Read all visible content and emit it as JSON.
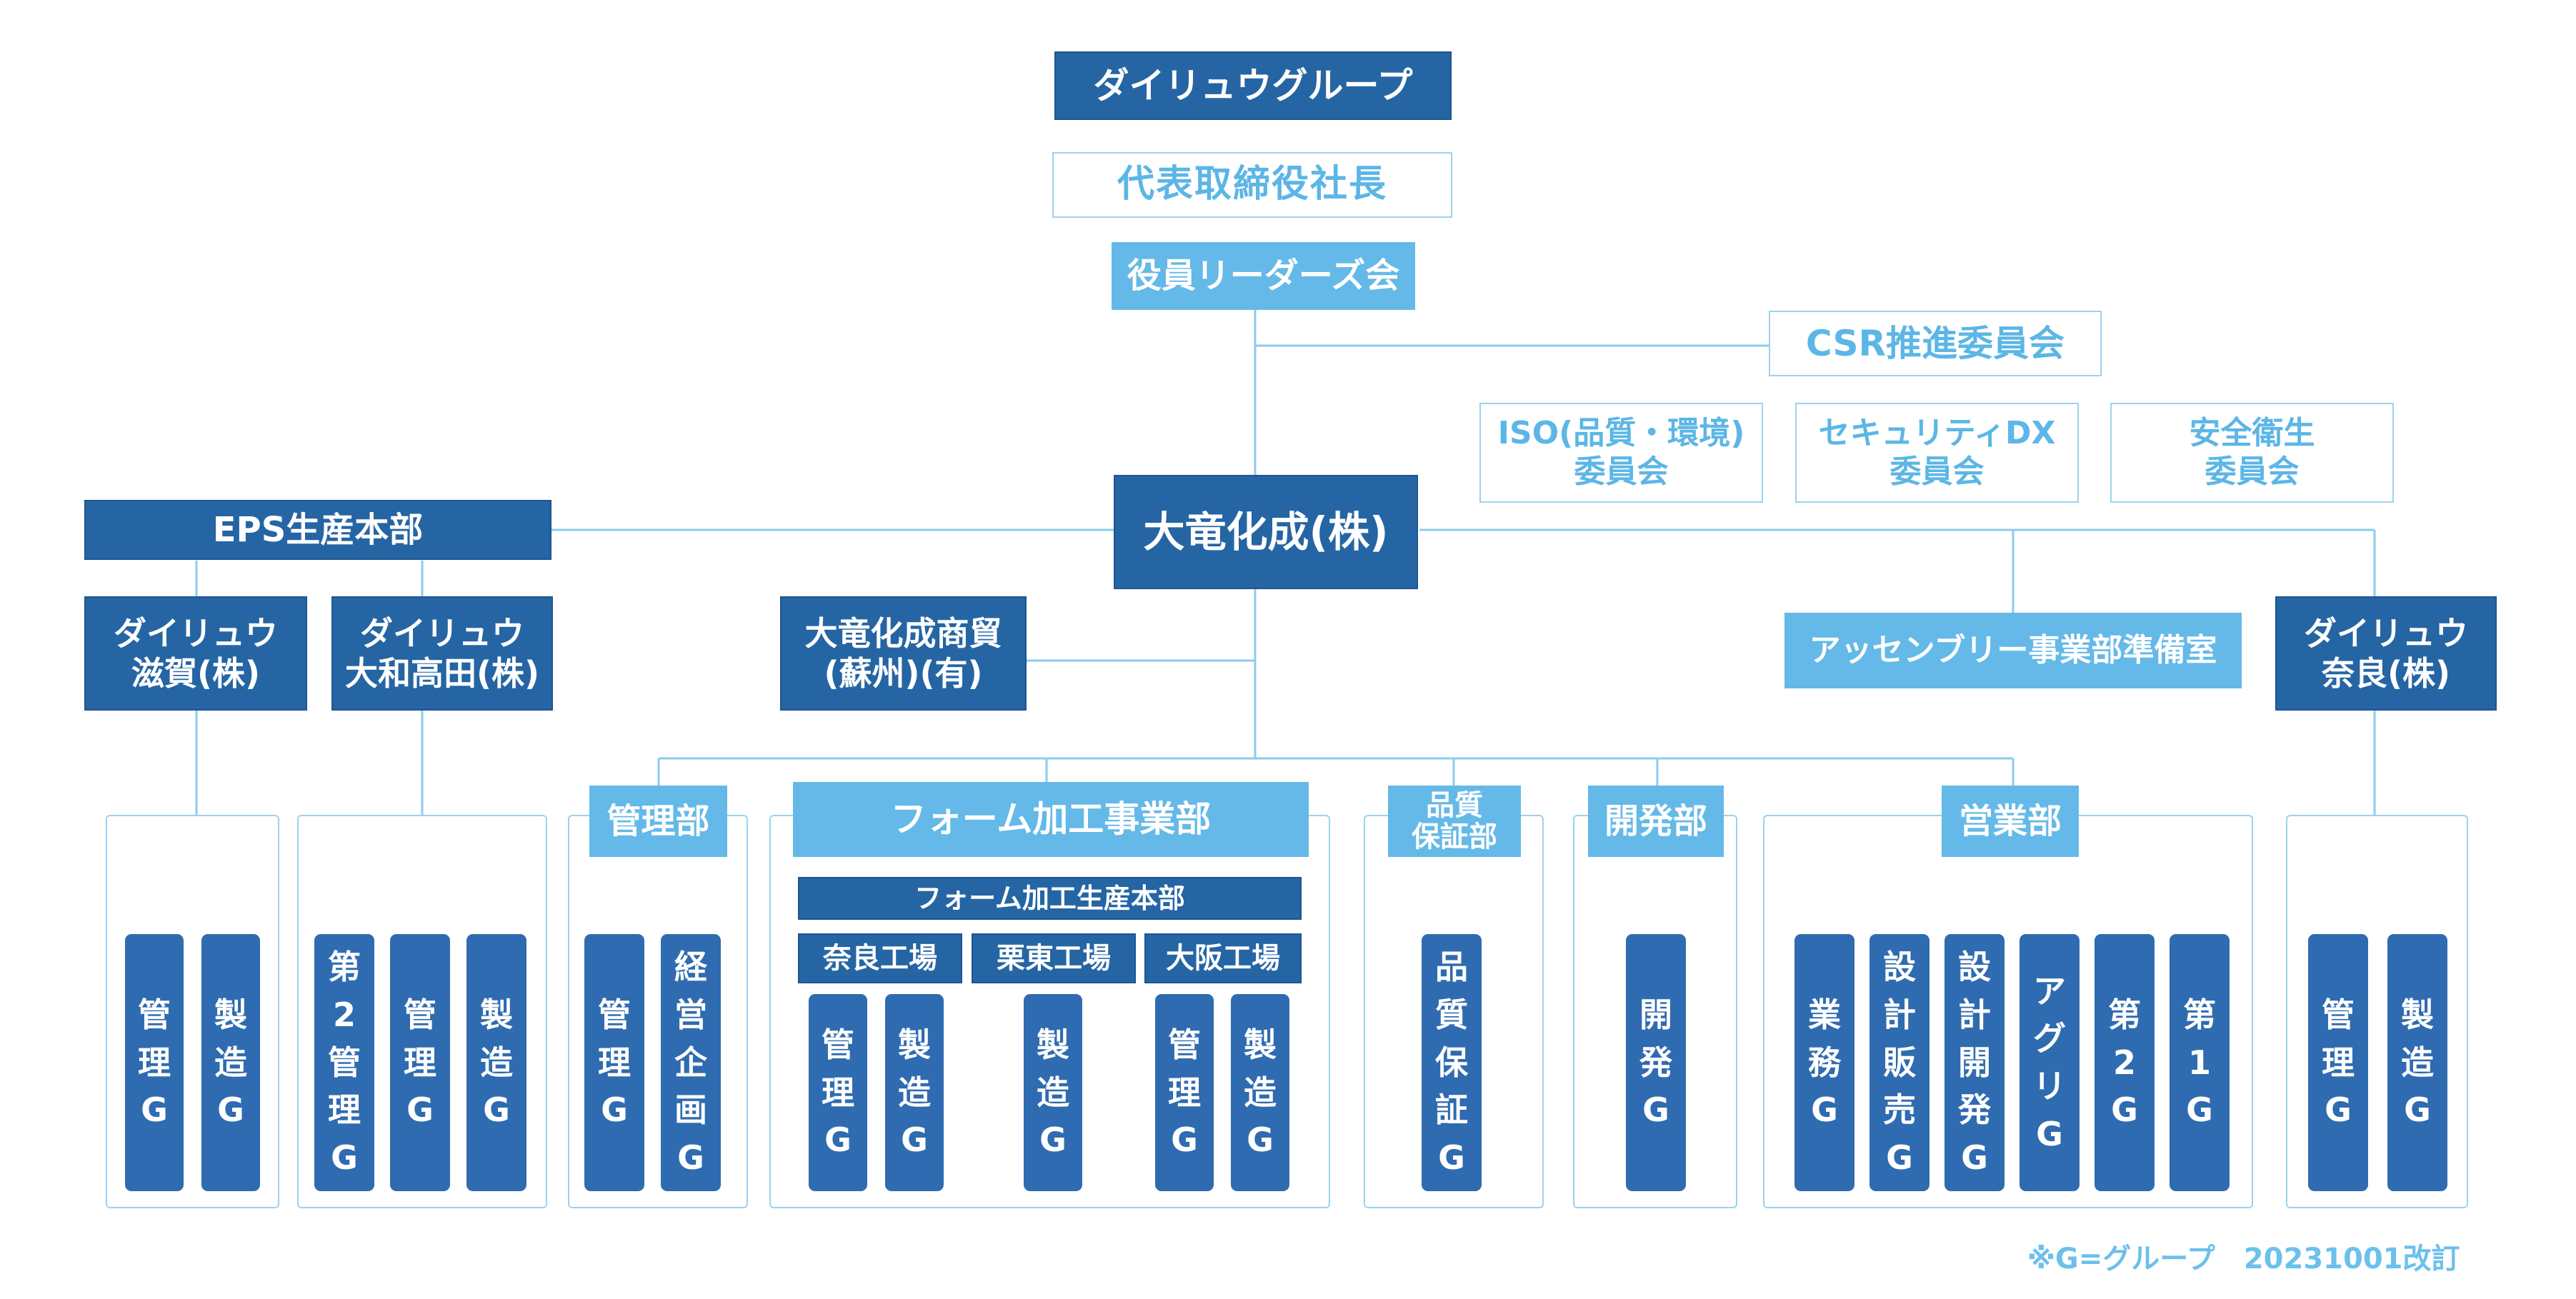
{
  "group": "ダイリュウグループ",
  "ceo": "代表取締役社長",
  "leaders": "役員リーダーズ会",
  "csr": "CSR推進委員会",
  "committees": [
    {
      "l1": "ISO(品質・環境)",
      "l2": "委員会"
    },
    {
      "l1": "セキュリティDX",
      "l2": "委員会"
    },
    {
      "l1": "安全衛生",
      "l2": "委員会"
    }
  ],
  "main_company": "大竜化成(株)",
  "eps_hq": "EPS生産本部",
  "shiga": {
    "l1": "ダイリュウ",
    "l2": "滋賀(株)"
  },
  "yamato": {
    "l1": "ダイリュウ",
    "l2": "大和高田(株)"
  },
  "suzhou": {
    "l1": "大竜化成商貿",
    "l2": "(蘇州)(有)"
  },
  "assembly": "アッセンブリー事業部準備室",
  "nara": {
    "l1": "ダイリュウ",
    "l2": "奈良(株)"
  },
  "dept_admin": "管理部",
  "dept_foam": "フォーム加工事業部",
  "foam_hq": "フォーム加工生産本部",
  "factories": [
    "奈良工場",
    "栗東工場",
    "大阪工場"
  ],
  "dept_qa": {
    "l1": "品質",
    "l2": "保証部"
  },
  "dept_dev": "開発部",
  "dept_sales": "営業部",
  "groups": {
    "shiga": [
      [
        "管",
        "理",
        "G"
      ],
      [
        "製",
        "造",
        "G"
      ]
    ],
    "yamato": [
      [
        "第",
        "2",
        "管",
        "理",
        "G"
      ],
      [
        "管",
        "理",
        "G"
      ],
      [
        "製",
        "造",
        "G"
      ]
    ],
    "admin": [
      [
        "管",
        "理",
        "G"
      ],
      [
        "経",
        "営",
        "企",
        "画",
        "G"
      ]
    ],
    "nara_factory": [
      [
        "管",
        "理",
        "G"
      ],
      [
        "製",
        "造",
        "G"
      ]
    ],
    "ritto_factory": [
      [
        "製",
        "造",
        "G"
      ]
    ],
    "osaka_factory": [
      [
        "管",
        "理",
        "G"
      ],
      [
        "製",
        "造",
        "G"
      ]
    ],
    "qa": [
      [
        "品",
        "質",
        "保",
        "証",
        "G"
      ]
    ],
    "dev": [
      [
        "開",
        "発",
        "G"
      ]
    ],
    "sales": [
      [
        "業",
        "務",
        "G"
      ],
      [
        "設",
        "計",
        "販",
        "売",
        "G"
      ],
      [
        "設",
        "計",
        "開",
        "発",
        "G"
      ],
      [
        "ア",
        "グ",
        "リ",
        "G"
      ],
      [
        "第",
        "2",
        "G"
      ],
      [
        "第",
        "1",
        "G"
      ]
    ],
    "nara_co": [
      [
        "管",
        "理",
        "G"
      ],
      [
        "製",
        "造",
        "G"
      ]
    ]
  },
  "note": "※G=グループ　20231001改訂"
}
